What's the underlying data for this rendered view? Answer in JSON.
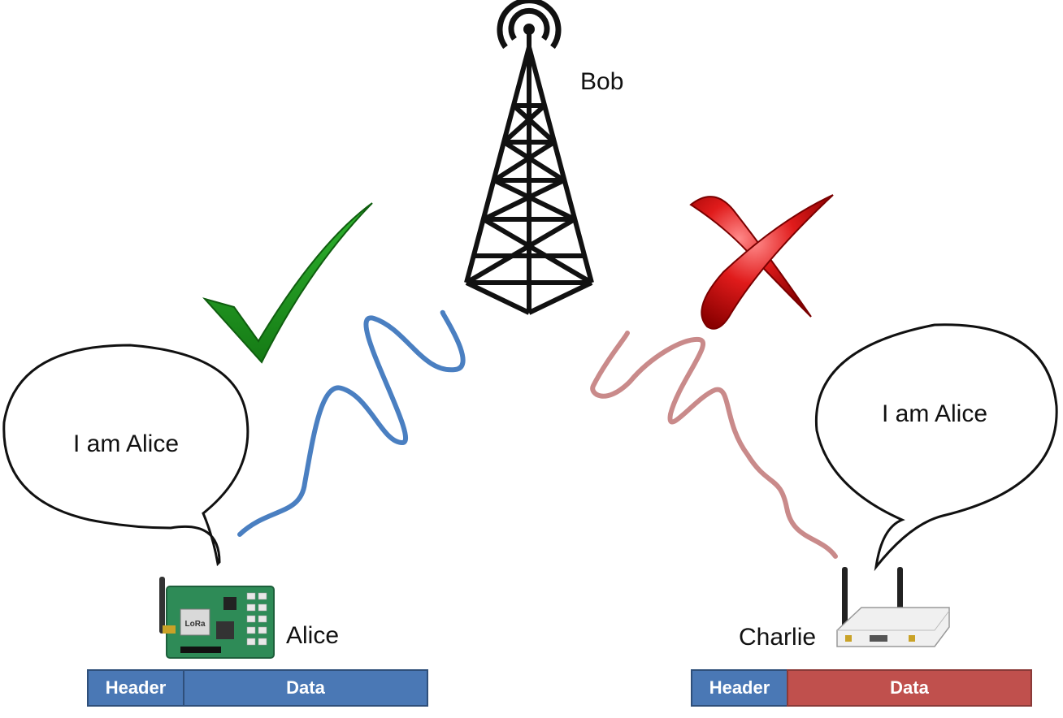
{
  "nodes": {
    "tower": {
      "label": "Bob"
    },
    "left_device": {
      "label": "Alice",
      "bubble": "I am Alice",
      "chip_text": "LoRa"
    },
    "right_device": {
      "label": "Charlie",
      "bubble": "I am Alice"
    }
  },
  "packets": {
    "left": {
      "header": "Header",
      "data": "Data",
      "data_color": "#4a78b5"
    },
    "right": {
      "header": "Header",
      "data": "Data",
      "data_color": "#c0504d"
    }
  },
  "signals": {
    "left_color": "#4a7fc1",
    "right_color": "#c98a8a"
  },
  "marks": {
    "accepted_icon": "check-mark-icon",
    "accepted_color": "#1e9a1e",
    "rejected_icon": "cross-mark-icon",
    "rejected_color": "#d21414"
  }
}
